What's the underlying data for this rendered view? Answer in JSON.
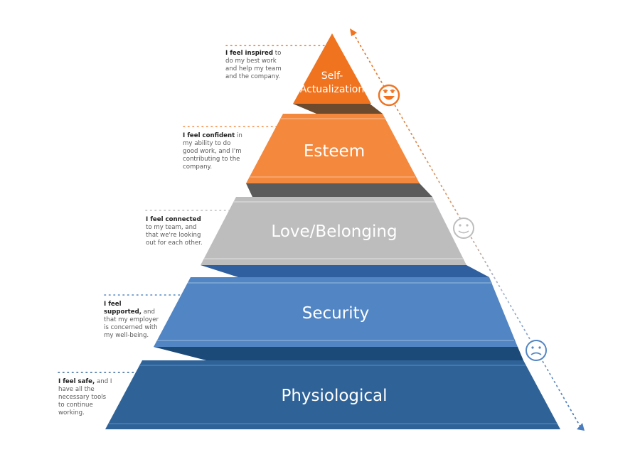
{
  "tiers": [
    {
      "name": "Self-Actualization",
      "line1": "Self-",
      "line2": "Actualization",
      "color": "#f0731f",
      "shadow": "#6b4a2e",
      "note_bold": "I feel inspired",
      "note_rest": " to do my best work and help my team and the company."
    },
    {
      "name": "Esteem",
      "color": "#f4883d",
      "shadow": "#5b5b5b",
      "note_bold": "I feel confident",
      "note_rest": " in my ability to do good work, and I'm contributing to the company."
    },
    {
      "name": "Love/Belonging",
      "color": "#bdbdbd",
      "shadow": "#2f5f9e",
      "note_bold": "I feel connected",
      "note_rest": " to my team, and that we're looking out for each other."
    },
    {
      "name": "Security",
      "color": "#5285c3",
      "shadow": "#1c4a78",
      "note_bold": "I feel supported,",
      "note_rest": " and that my employer is concerned with my well-being."
    },
    {
      "name": "Physiological",
      "color": "#2f6398",
      "shadow": "#1c4a78",
      "note_bold": "I feel safe,",
      "note_rest": " and I have all the necessary tools to continue working."
    }
  ],
  "icons": [
    {
      "name": "happy-face-icon",
      "color": "#f0731f"
    },
    {
      "name": "neutral-face-icon",
      "color": "#bdbdbd"
    },
    {
      "name": "sad-face-icon",
      "color": "#5285c3"
    }
  ],
  "arrow": {
    "start_color": "#f0731f",
    "end_color": "#4a7dc0"
  }
}
